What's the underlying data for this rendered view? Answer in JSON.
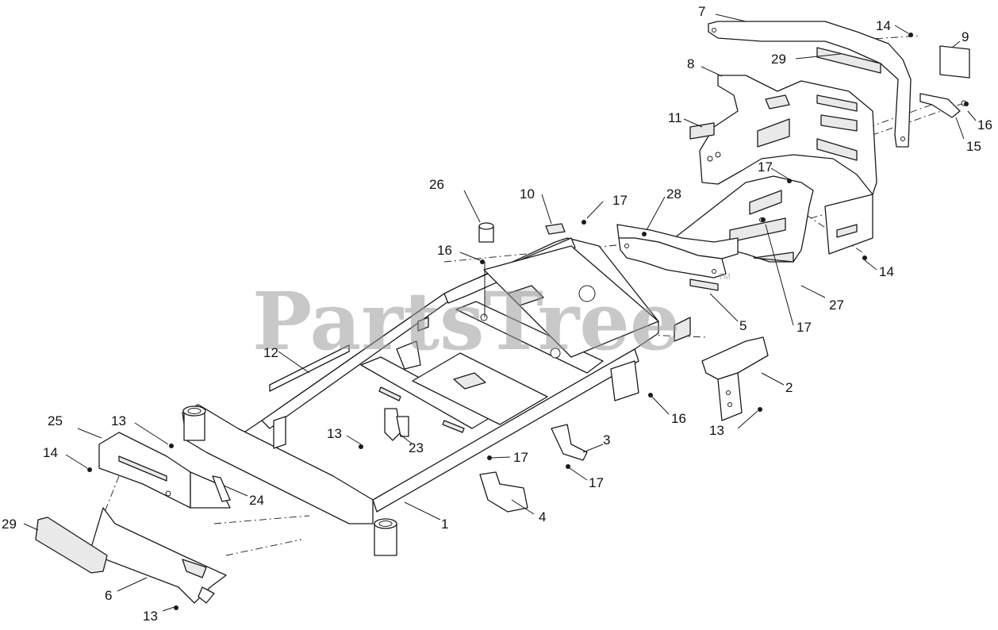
{
  "watermark": {
    "text": "PartsTree",
    "trademark": "TM"
  },
  "callouts": [
    {
      "id": "c1",
      "label": "1"
    },
    {
      "id": "c2",
      "label": "2"
    },
    {
      "id": "c3",
      "label": "3"
    },
    {
      "id": "c4",
      "label": "4"
    },
    {
      "id": "c5",
      "label": "5"
    },
    {
      "id": "c6",
      "label": "6"
    },
    {
      "id": "c7",
      "label": "7"
    },
    {
      "id": "c8",
      "label": "8"
    },
    {
      "id": "c9",
      "label": "9"
    },
    {
      "id": "c10",
      "label": "10"
    },
    {
      "id": "c11",
      "label": "11"
    },
    {
      "id": "c12",
      "label": "12"
    },
    {
      "id": "c13a",
      "label": "13"
    },
    {
      "id": "c13b",
      "label": "13"
    },
    {
      "id": "c13c",
      "label": "13"
    },
    {
      "id": "c13d",
      "label": "13"
    },
    {
      "id": "c14a",
      "label": "14"
    },
    {
      "id": "c14b",
      "label": "14"
    },
    {
      "id": "c14c",
      "label": "14"
    },
    {
      "id": "c15",
      "label": "15"
    },
    {
      "id": "c16a",
      "label": "16"
    },
    {
      "id": "c16b",
      "label": "16"
    },
    {
      "id": "c16c",
      "label": "16"
    },
    {
      "id": "c17a",
      "label": "17"
    },
    {
      "id": "c17b",
      "label": "17"
    },
    {
      "id": "c17c",
      "label": "17"
    },
    {
      "id": "c17d",
      "label": "17"
    },
    {
      "id": "c17e",
      "label": "17"
    },
    {
      "id": "c23",
      "label": "23"
    },
    {
      "id": "c24",
      "label": "24"
    },
    {
      "id": "c25",
      "label": "25"
    },
    {
      "id": "c26",
      "label": "26"
    },
    {
      "id": "c27",
      "label": "27"
    },
    {
      "id": "c28",
      "label": "28"
    },
    {
      "id": "c29a",
      "label": "29"
    },
    {
      "id": "c29b",
      "label": "29"
    }
  ]
}
